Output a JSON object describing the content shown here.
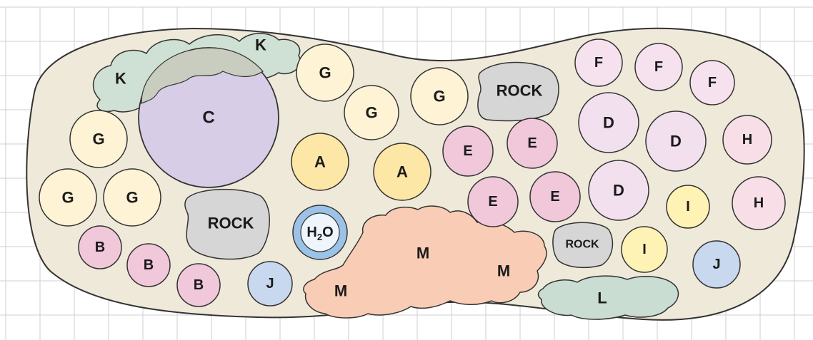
{
  "header_fragment": "",
  "colors": {
    "background": "#ffffff",
    "grid_line": "#cfcfcf",
    "body_fill": "#efe9d9",
    "outline": "#333333",
    "G": "#fff3d6",
    "A": "#fde7a6",
    "B": "#f0c8da",
    "E": "#f0c8da",
    "F": "#f6e2ef",
    "D": "#f2e0ef",
    "H": "#f8dfe7",
    "I": "#fef3b5",
    "J": "#c8d8ee",
    "C": "#d7cde6",
    "K": "#cfe0d4",
    "L": "#c9ddd2",
    "M": "#f9cdb5",
    "ROCK": "#d6d6d6",
    "H2O_ring": "#9cc2e6",
    "H2O_center": "#eef5fc"
  },
  "labels": {
    "C": "C",
    "K1": "K",
    "K2": "K",
    "L": "L",
    "M1": "M",
    "M2": "M",
    "M3": "M",
    "rock1": "ROCK",
    "rock2": "ROCK",
    "rock3": "ROCK",
    "h2o_main": "H",
    "h2o_sub": "2",
    "h2o_tail": "O",
    "G1": "G",
    "G2": "G",
    "G3": "G",
    "G4": "G",
    "G5": "G",
    "G6": "G",
    "A1": "A",
    "A2": "A",
    "B1": "B",
    "B2": "B",
    "B3": "B",
    "E1": "E",
    "E2": "E",
    "E3": "E",
    "E4": "E",
    "F1": "F",
    "F2": "F",
    "F3": "F",
    "D1": "D",
    "D2": "D",
    "D3": "D",
    "H1": "H",
    "H2": "H",
    "I1": "I",
    "I2": "I",
    "J1": "J",
    "J2": "J"
  }
}
